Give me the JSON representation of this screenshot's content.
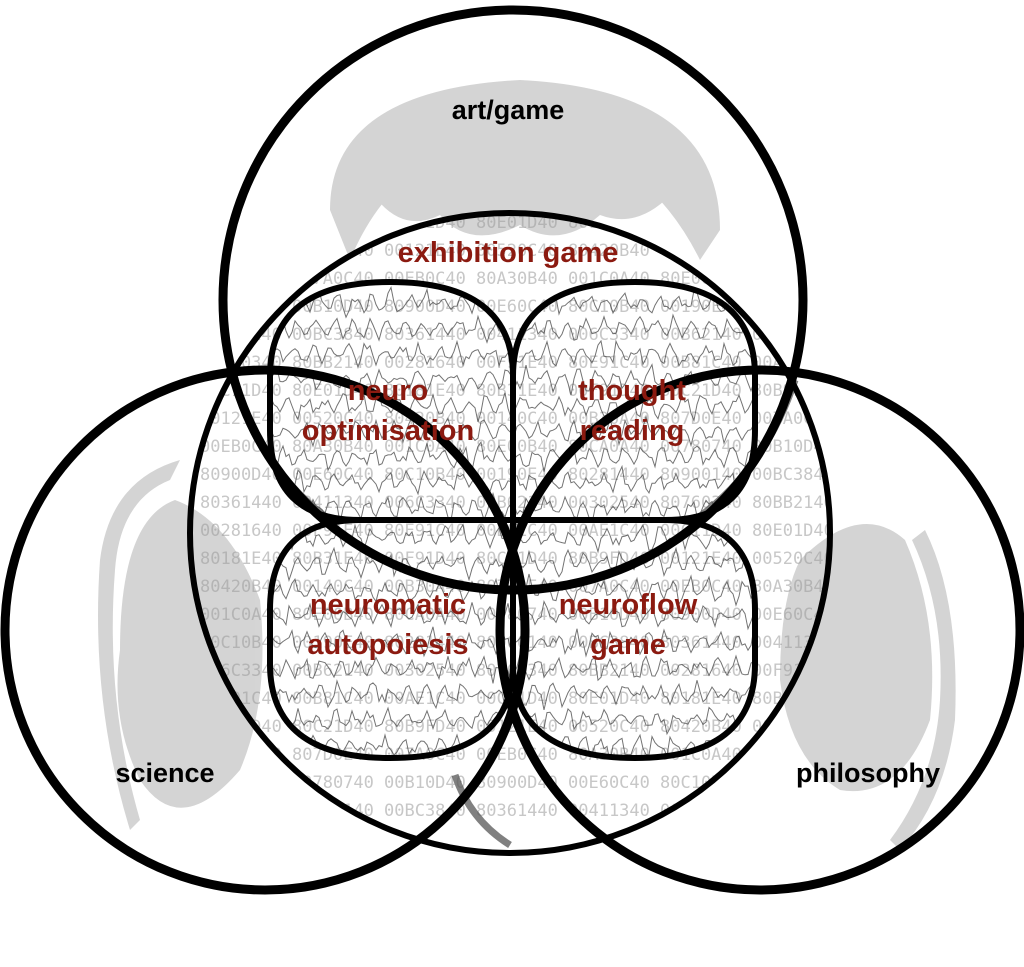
{
  "colors": {
    "outline": "#000000",
    "accent_text": "#8b1a10",
    "brain_fill": "#c9c9c9",
    "wave_stroke": "#444444",
    "background": "#ffffff"
  },
  "outer_labels": {
    "top": "art/game",
    "left": "science",
    "right": "philosophy"
  },
  "center": {
    "title": "exhibition game"
  },
  "petals": [
    {
      "line1": "neuro",
      "line2": "optimisation"
    },
    {
      "line1": "thought",
      "line2": "reading"
    },
    {
      "line1": "neuromatic",
      "line2": "autopoiesis"
    },
    {
      "line1": "neuroflow",
      "line2": "game"
    }
  ],
  "background_codes": [
    "00B81C40",
    "00AE1C40",
    "00C11D40",
    "80E01D40",
    "80181E40",
    "80B31E40",
    "00F91D40",
    "80C21D40",
    "80B9FD40",
    "00121E40",
    "00520C40",
    "80420B40",
    "00140C40",
    "00B30A40",
    "807D0E40",
    "007A0C40",
    "00EB0C40",
    "80A30B40",
    "001C0A40",
    "80E00B40",
    "80CA0A40",
    "00780740",
    "00B10D40",
    "80900D40",
    "00E60C40",
    "80C10B40",
    "00190E40",
    "80281440",
    "80900140",
    "00BC3840",
    "80361440",
    "00411340",
    "006C3340",
    "00B62140",
    "00302540",
    "80760340",
    "80BB2140",
    "00281640",
    "00F91E40",
    "80E91C40"
  ]
}
